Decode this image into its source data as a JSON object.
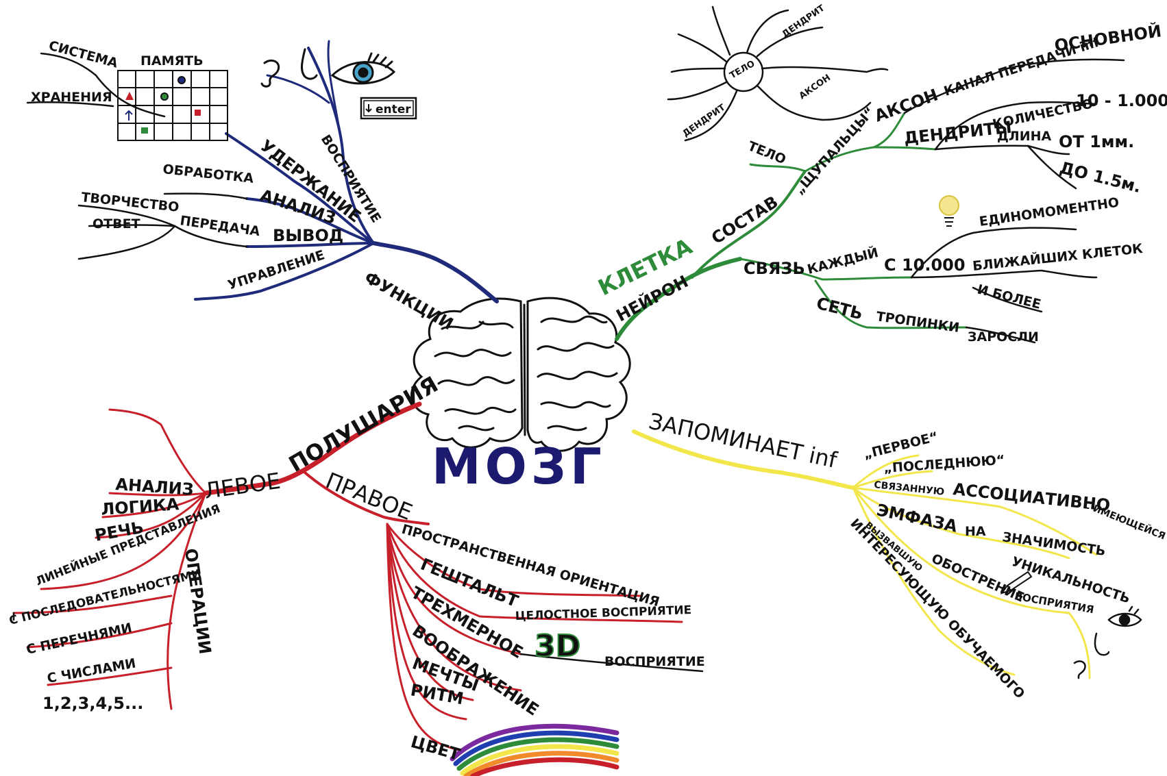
{
  "center": {
    "title": "МОЗГ"
  },
  "colors": {
    "functions": "#1f2a7a",
    "neuron": "#2e8b3a",
    "memory": "#f2e64a",
    "hemispheres": "#c8202a",
    "ink": "#111111",
    "title": "#1b1a6e"
  },
  "functions": {
    "root": "ФУНКЦИИ",
    "perception": "ВОСПРИЯТИЕ",
    "retention": "УДЕРЖАНИЕ",
    "storage_a": "СИСТЕМА",
    "storage_b": "ХРАНЕНИЯ",
    "memory": "ПАМЯТЬ",
    "analysis": "АНАЛИЗ",
    "processing": "ОБРАБОТКА",
    "output": "ВЫВОД",
    "creativity": "ТВОРЧЕСТВО",
    "transfer": "ПЕРЕДАЧА",
    "answer": "ОТВЕТ",
    "control": "УПРАВЛЕНИЕ",
    "enter_key": "enter"
  },
  "neuron": {
    "cell": "КЛЕТКА",
    "neuron": "НЕЙРОН",
    "composition": "СОСТАВ",
    "body": "ТЕЛО",
    "tentacles": "„ЩУПАЛЬЦЫ“",
    "axon": "АКСОН",
    "axon_channel": "КАНАЛ ПЕРЕДАЧИ inf",
    "axon_main": "ОСНОВНОЙ",
    "dendrites": "ДЕНДРИТЫ",
    "quantity": "КОЛИЧЕСТВО",
    "quantity_value": "10 - 1.000",
    "length": "ДЛИНА",
    "length_from": "ОТ 1мм.",
    "length_to": "ДО 1.5м.",
    "link": "СВЯЗЬ",
    "each": "КАЖДЫЙ",
    "with_count": "С 10.000",
    "simultaneous": "ЕДИНОМОМЕНТНО",
    "nearest": "БЛИЖАЙШИХ КЛЕТОК",
    "and_more": "И БОЛЕЕ",
    "network": "СЕТЬ",
    "paths": "ТРОПИНКИ",
    "thickets": "ЗАРОСЛИ",
    "sketch_body": "ТЕЛО",
    "sketch_dendrite_top": "ДЕНДРИТ",
    "sketch_axon": "АКСОН",
    "sketch_dendrite_left": "ДЕНДРИТ"
  },
  "memory": {
    "root": "ЗАПОМИНАЕТ inf",
    "first": "„ПЕРВОЕ“",
    "last": "„ПОСЛЕДНЮЮ“",
    "linked": "СВЯЗАННУЮ",
    "associative": "АССОЦИАТИВНО",
    "with_existing": "С ИМЕЮЩЕЙСЯ",
    "emphasis": "ЭМФАЗА",
    "on": "НА",
    "significance": "ЗНАЧИМОСТЬ",
    "uniqueness": "УНИКАЛЬНОСТЬ",
    "causing": "ВЫЗВАВШУЮ",
    "sharpening": "ОБОСТРЕНИЕ",
    "of_perception": "ВОСПРИЯТИЯ",
    "interest": "ИНТЕРЕСУЮЩУЮ ОБУЧАЕМОГО"
  },
  "hemispheres": {
    "root": "ПОЛУШАРИЯ",
    "left": "ЛЕВОЕ",
    "right": "ПРАВОЕ",
    "analysis": "АНАЛИЗ",
    "logic": "ЛОГИКА",
    "speech": "РЕЧЬ",
    "linear": "ЛИНЕЙНЫЕ ПРЕДСТАВЛЕНИЯ",
    "sequences": "С ПОСЛЕДОВАТЕЛЬНОСТЯМИ",
    "lists": "С ПЕРЕЧНЯМИ",
    "numbers": "С ЧИСЛАМИ",
    "number_series": "1,2,3,4,5...",
    "operations": "ОПЕРАЦИИ",
    "spatial": "ПРОСТРАНСТВЕННАЯ ОРИЕНТАЦИЯ",
    "gestalt": "ГЕШТАЛЬТ",
    "holistic": "ЦЕЛОСТНОЕ ВОСПРИЯТИЕ",
    "three_d": "ТРЕХМЕРНОЕ",
    "badge_3d": "3D",
    "perception_3d": "ВОСПРИЯТИЕ",
    "imagination": "ВООБРАЖЕНИЕ",
    "dreams": "МЕЧТЫ",
    "rhythm": "РИТМ",
    "color": "ЦВЕТ"
  }
}
